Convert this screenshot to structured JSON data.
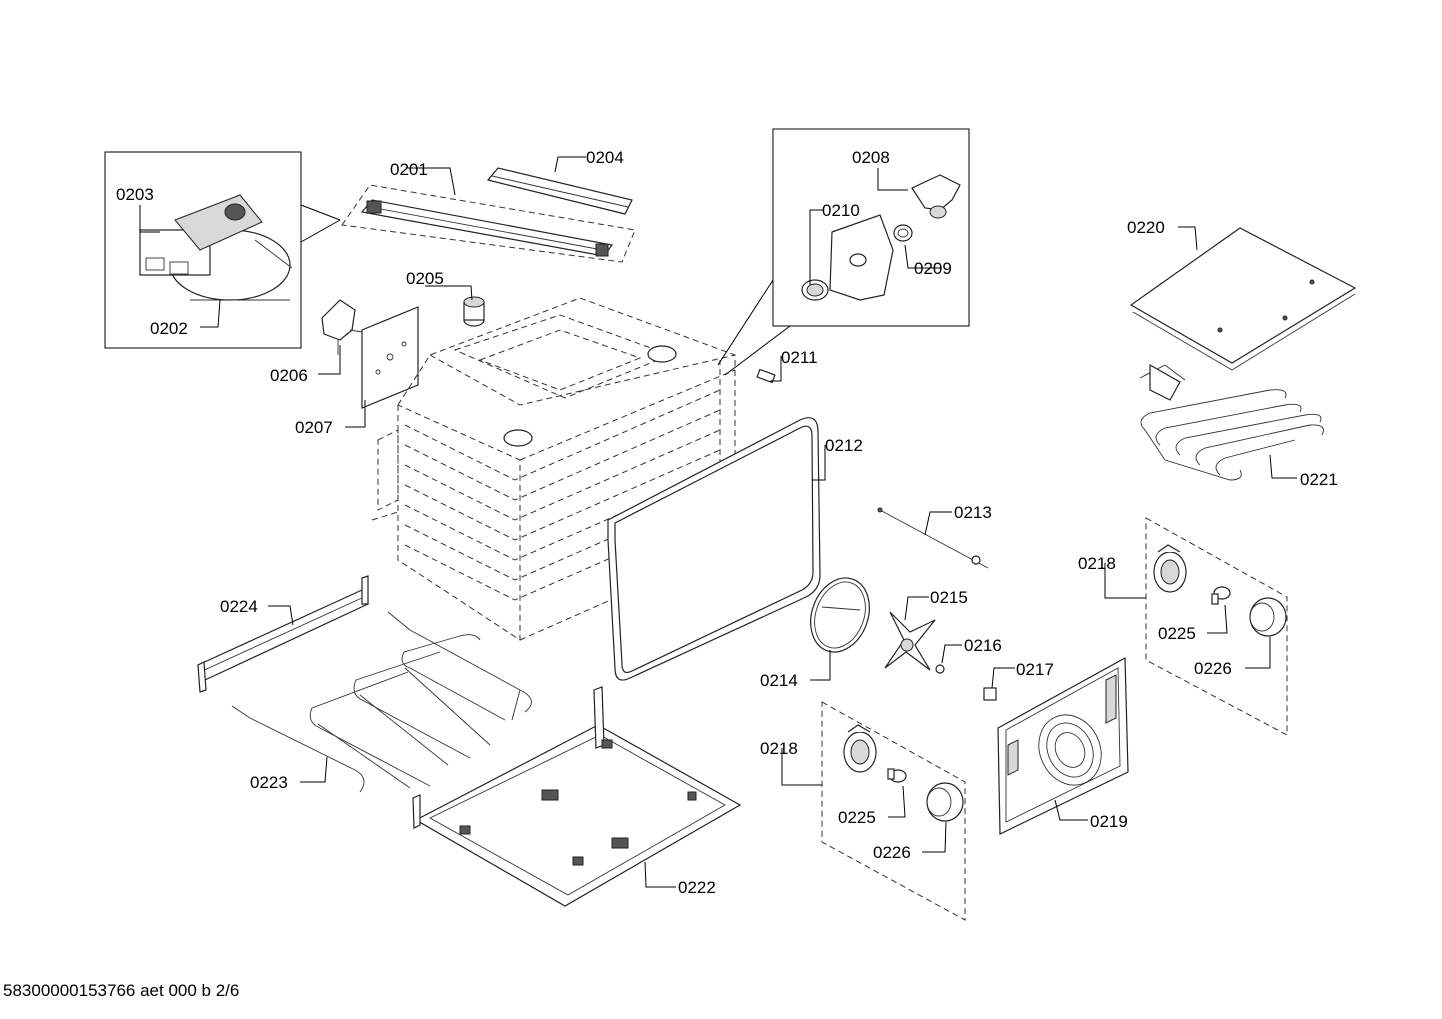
{
  "footer": "58300000153766 aet 000 b 2/6",
  "labels": {
    "p0201": "0201",
    "p0202": "0202",
    "p0203": "0203",
    "p0204": "0204",
    "p0205": "0205",
    "p0206": "0206",
    "p0207": "0207",
    "p0208": "0208",
    "p0209": "0209",
    "p0210": "0210",
    "p0211": "0211",
    "p0212": "0212",
    "p0213": "0213",
    "p0214": "0214",
    "p0215": "0215",
    "p0216": "0216",
    "p0217": "0217",
    "p0218a": "0218",
    "p0218b": "0218",
    "p0219": "0219",
    "p0220": "0220",
    "p0221": "0221",
    "p0222": "0222",
    "p0223": "0223",
    "p0224": "0224",
    "p0225a": "0225",
    "p0225b": "0225",
    "p0226a": "0226",
    "p0226b": "0226"
  }
}
